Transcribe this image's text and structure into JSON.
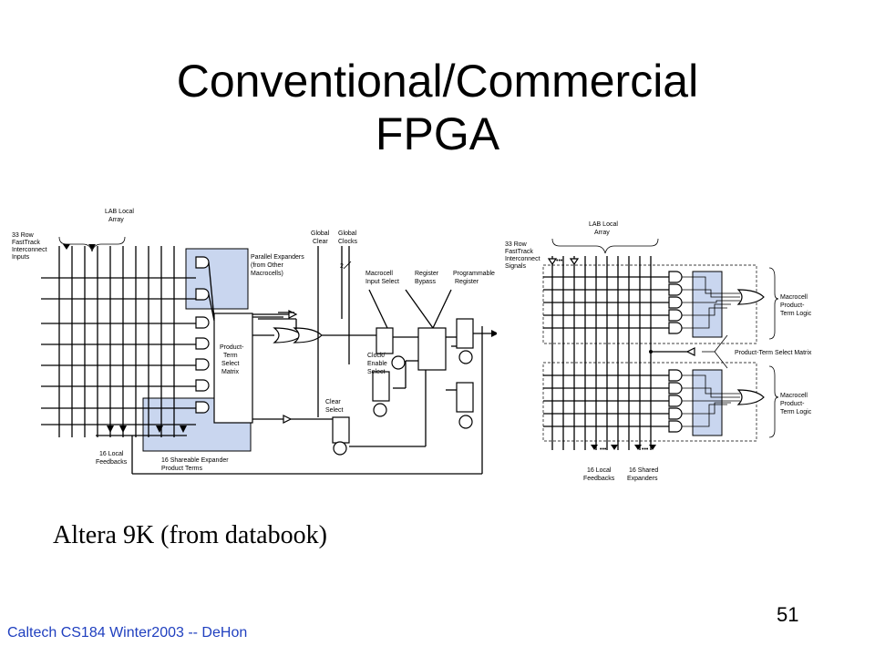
{
  "slide": {
    "title_line1": "Conventional/Commercial",
    "title_line2": "FPGA",
    "caption": "Altera 9K (from databook)",
    "page_number": "51",
    "footer": "Caltech CS184 Winter2003 -- DeHon"
  },
  "left_diagram": {
    "labels": {
      "lab_local_array_1": "LAB Local",
      "lab_local_array_2": "Array",
      "row_inputs_1": "33 Row",
      "row_inputs_2": "FastTrack",
      "row_inputs_3": "Interconnect",
      "row_inputs_4": "Inputs",
      "global_clear_1": "Global",
      "global_clear_2": "Clear",
      "global_clock_1": "Global",
      "global_clock_2": "Clocks",
      "parallel_exp_1": "Parallel Expanders",
      "parallel_exp_2": "(from Other",
      "parallel_exp_3": "Macrocells)",
      "macro_input_1": "Macrocell",
      "macro_input_2": "Input Select",
      "reg_bypass_1": "Register",
      "reg_bypass_2": "Bypass",
      "prog_reg_1": "Programmable",
      "prog_reg_2": "Register",
      "ptsm_1": "Product-",
      "ptsm_2": "Term",
      "ptsm_3": "Select",
      "ptsm_4": "Matrix",
      "clock_enable_1": "Clock/",
      "clock_enable_2": "Enable",
      "clock_enable_3": "Select",
      "clear_select_1": "Clear",
      "clear_select_2": "Select",
      "local_fb_1": "16 Local",
      "local_fb_2": "Feedbacks",
      "shareable_1": "16 Shareable Expander",
      "shareable_2": "Product Terms",
      "two": "2"
    }
  },
  "right_diagram": {
    "labels": {
      "lab_local_array_1": "LAB Local",
      "lab_local_array_2": "Array",
      "row_signals_1": "33 Row",
      "row_signals_2": "FastTrack",
      "row_signals_3": "Interconnect",
      "row_signals_4": "Signals",
      "macro_logic_top_1": "Macrocell",
      "macro_logic_top_2": "Product-",
      "macro_logic_top_3": "Term Logic",
      "ptsm": "Product-Term Select Matrix",
      "macro_logic_bot_1": "Macrocell",
      "macro_logic_bot_2": "Product-",
      "macro_logic_bot_3": "Term Logic",
      "local_fb_1": "16 Local",
      "local_fb_2": "Feedbacks",
      "shared_exp_1": "16 Shared",
      "shared_exp_2": "Expanders"
    }
  }
}
